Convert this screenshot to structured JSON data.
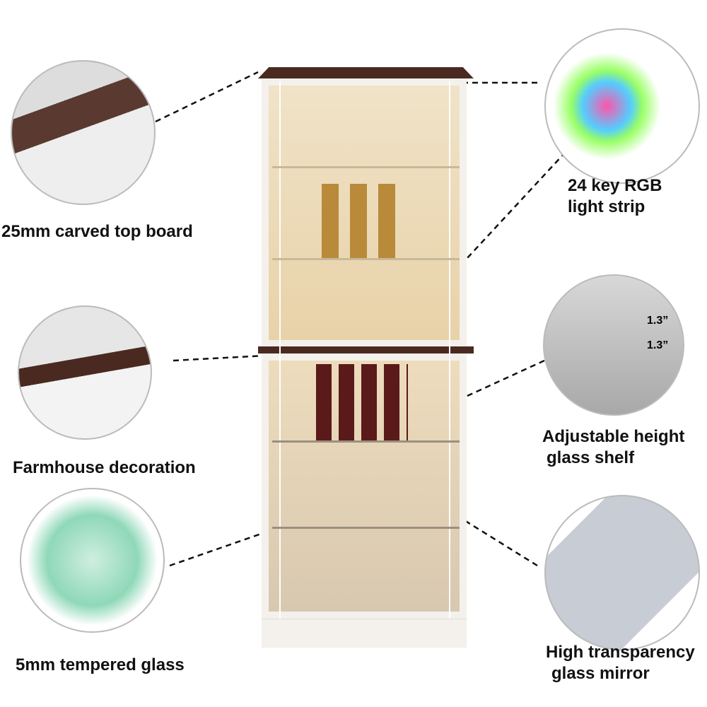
{
  "features": {
    "top_board": "25mm carved top board",
    "light_strip_1": "24 key RGB",
    "light_strip_2": "light strip",
    "farmhouse": "Farmhouse decoration",
    "shelf_1": "Adjustable height",
    "shelf_2": "glass shelf",
    "glass": "5mm tempered glass",
    "mirror_1": "High transparency",
    "mirror_2": "glass mirror"
  },
  "shelf_spacing": [
    "1.3”",
    "1.3”"
  ],
  "colors": {
    "wood": "#4a2a20",
    "cabinet": "#f4f1ec",
    "glow": "#e8d2a8"
  }
}
